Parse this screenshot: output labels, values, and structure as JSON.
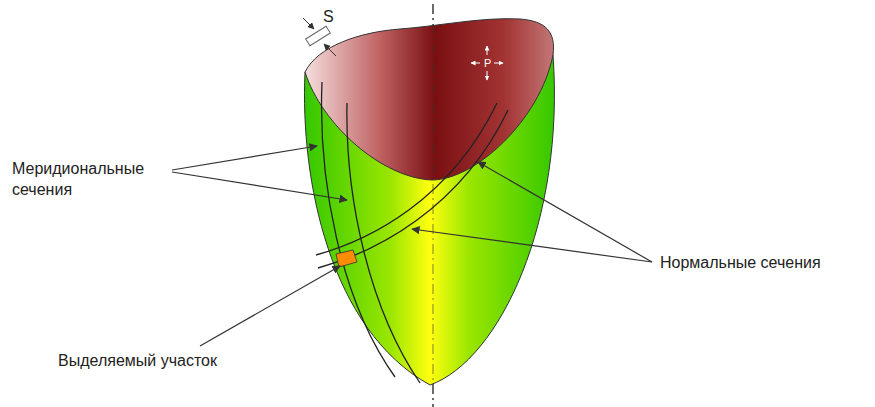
{
  "diagram": {
    "labels": [
      "S",
      "P",
      "Меридиональные сечения",
      "Нормальные сечения",
      "Выделяемый участок"
    ]
  }
}
